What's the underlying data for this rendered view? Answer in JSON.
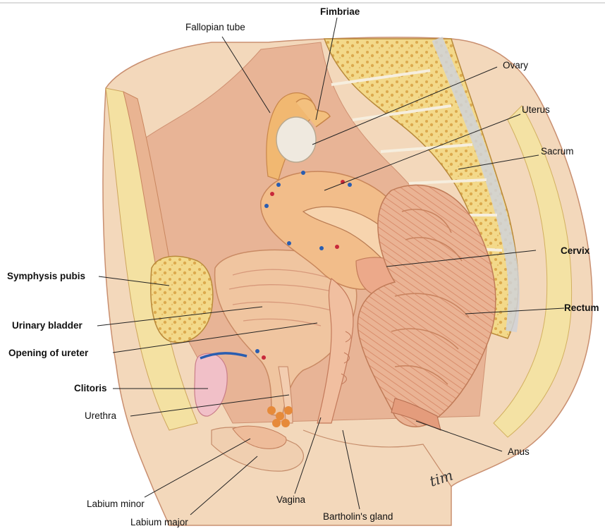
{
  "diagram": {
    "labels": {
      "fallopian_tube": "Fallopian tube",
      "fimbriae": "Fimbriae",
      "ovary": "Ovary",
      "uterus": "Uterus",
      "sacrum": "Sacrum",
      "cervix": "Cervix",
      "rectum": "Rectum",
      "symphysis_pubis": "Symphysis pubis",
      "urinary_bladder": "Urinary bladder",
      "opening_of_ureter": "Opening of ureter",
      "clitoris": "Clitoris",
      "urethra": "Urethra",
      "anus": "Anus",
      "labium_minor": "Labium minor",
      "labium_major": "Labium major",
      "vagina": "Vagina",
      "bartholins_gland": "Bartholin's gland"
    },
    "signature": "tim",
    "colors": {
      "skin": "#f3d7b6",
      "tissue": "#e9b99a",
      "muscle": "#e8a98a",
      "bone": "#f1d47a",
      "bone_dark": "#d9a94a",
      "ovary": "#efe9df",
      "vein": "#2a5db0",
      "artery": "#c8283a",
      "gland": "#e68a3a"
    }
  }
}
